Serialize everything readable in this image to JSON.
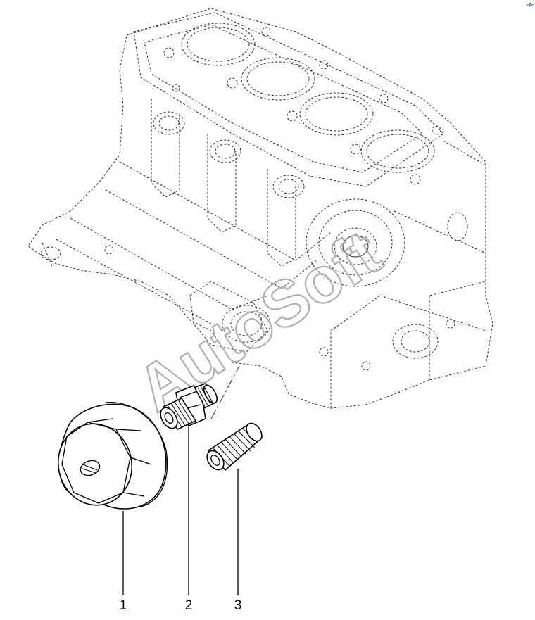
{
  "diagram": {
    "watermark": "AutoSoft",
    "callouts": [
      {
        "label": "1",
        "part": "oil-filter"
      },
      {
        "label": "2",
        "part": "threaded-fitting"
      },
      {
        "label": "3",
        "part": "threaded-stud"
      }
    ]
  },
  "colors": {
    "line": "#000000",
    "watermark": "#b0b0b0",
    "background": "#ffffff"
  }
}
